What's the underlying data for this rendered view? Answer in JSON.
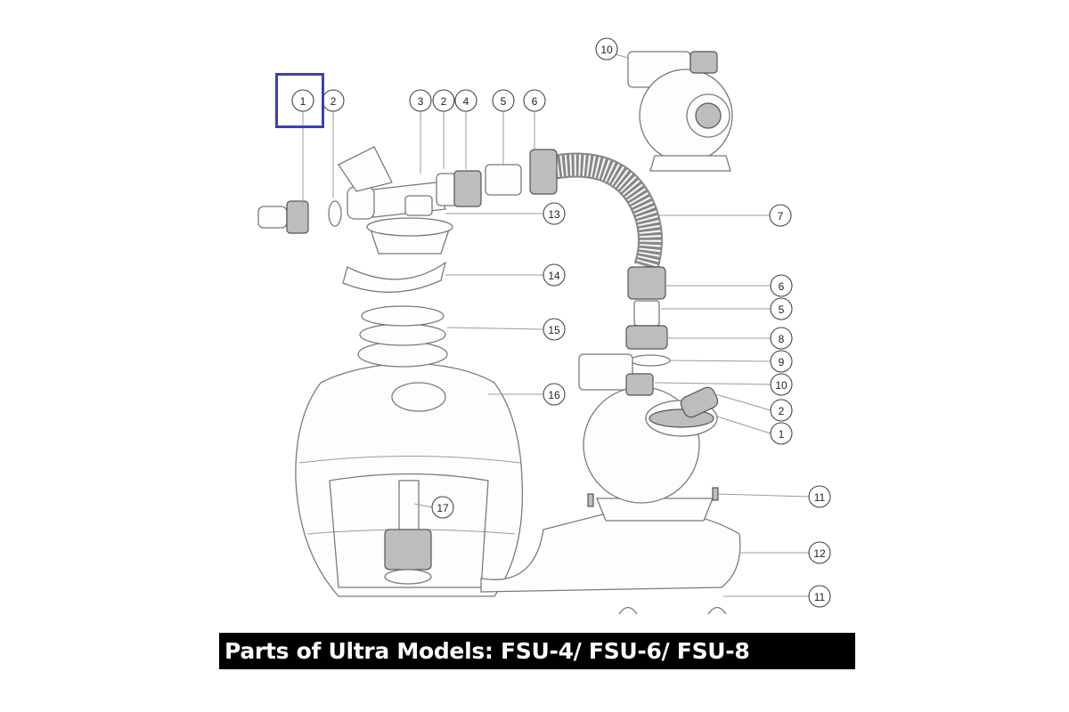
{
  "diagram": {
    "caption": "Parts of Ultra Models: FSU-4/ FSU-6/ FSU-8",
    "highlighted_callout": "1",
    "highlight_color": "#3b3fb3",
    "callouts": [
      "1",
      "2",
      "3",
      "2",
      "4",
      "5",
      "6",
      "10",
      "13",
      "7",
      "14",
      "6",
      "5",
      "15",
      "8",
      "9",
      "16",
      "10",
      "2",
      "1",
      "11",
      "17",
      "12",
      "11"
    ]
  }
}
